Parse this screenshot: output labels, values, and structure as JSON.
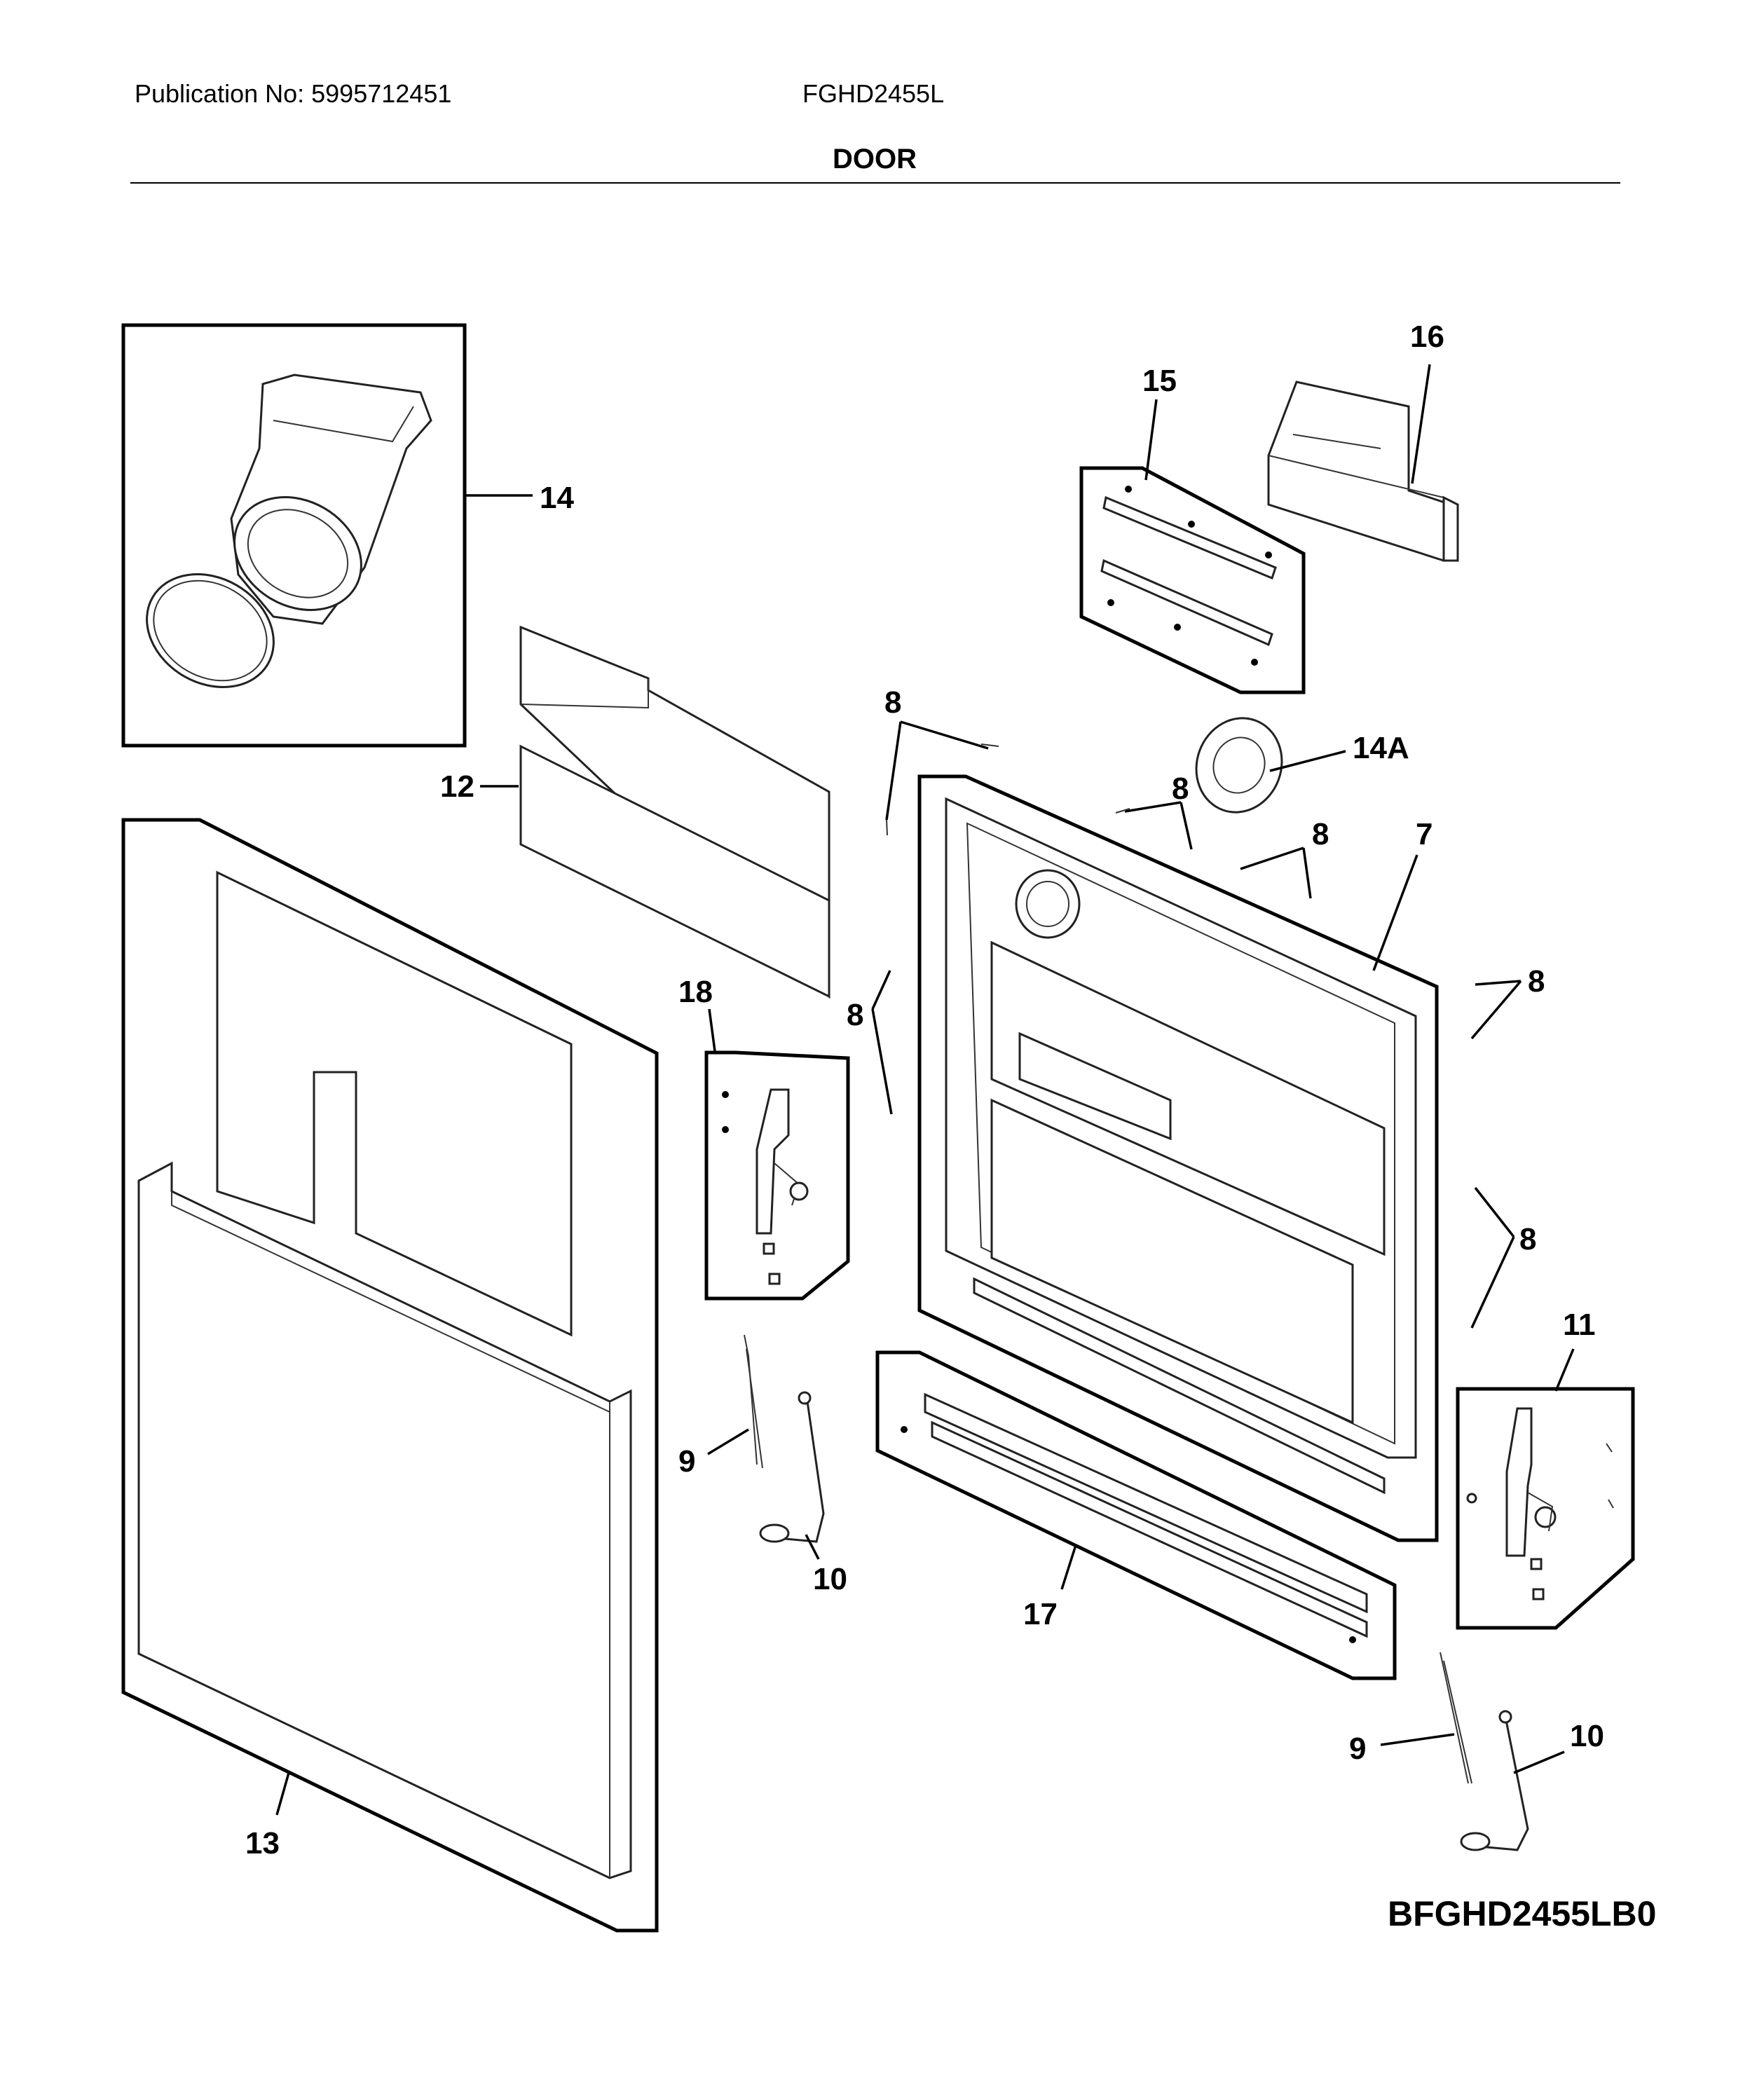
{
  "header": {
    "publication": "Publication No: 5995712451",
    "model": "FGHD2455L",
    "section_title": "DOOR"
  },
  "diagram_code": "BFGHD2455LB0",
  "callouts": {
    "c14": "14",
    "c16": "16",
    "c15": "15",
    "c12": "12",
    "c8a": "8",
    "c14a": "14A",
    "c8b": "8",
    "c8c": "8",
    "c7": "7",
    "c18": "18",
    "c8d": "8",
    "c8e": "8",
    "c8f": "8",
    "c11": "11",
    "c9a": "9",
    "c10a": "10",
    "c17": "17",
    "c13": "13",
    "c9b": "9",
    "c10b": "10"
  }
}
